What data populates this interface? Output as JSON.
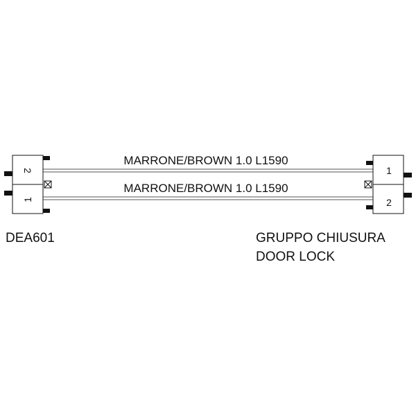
{
  "diagram": {
    "wires": [
      {
        "label": "MARRONE/BROWN 1.0 L1590"
      },
      {
        "label": "MARRONE/BROWN 1.0 L1590"
      }
    ],
    "left_connector": {
      "name": "DEA601",
      "pins": {
        "top": "2",
        "bottom": "1"
      }
    },
    "right_connector": {
      "name_line1": "GRUPPO CHIUSURA",
      "name_line2": "DOOR LOCK",
      "pins": {
        "top": "1",
        "bottom": "2"
      }
    }
  },
  "colors": {
    "line": "#111111",
    "wire": "#555555",
    "background": "#ffffff"
  }
}
